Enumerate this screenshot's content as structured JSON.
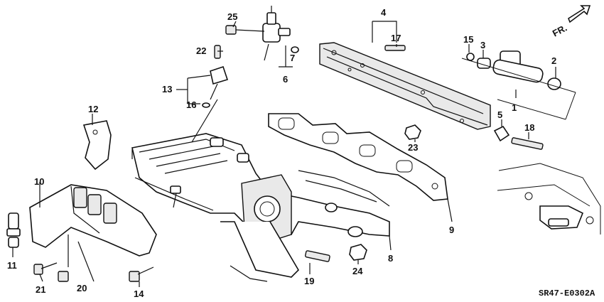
{
  "diagram": {
    "code": "SR47-E0302A",
    "direction_label": "FR.",
    "callouts": [
      "1",
      "2",
      "3",
      "4",
      "5",
      "6",
      "7",
      "8",
      "9",
      "10",
      "11",
      "12",
      "13",
      "14",
      "15",
      "16",
      "17",
      "18",
      "19",
      "20",
      "21",
      "22",
      "23",
      "24",
      "25"
    ]
  }
}
